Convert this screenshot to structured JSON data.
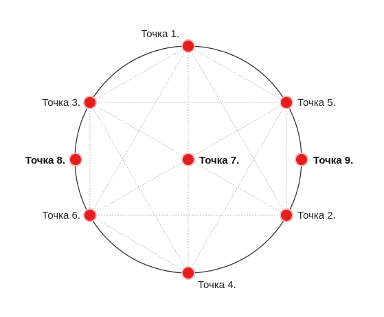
{
  "diagram": {
    "points": [
      {
        "id": "p1",
        "label": "Точка 1.",
        "bold": false
      },
      {
        "id": "p2",
        "label": "Точка 2.",
        "bold": false
      },
      {
        "id": "p3",
        "label": "Точка 3.",
        "bold": false
      },
      {
        "id": "p4",
        "label": "Точка 4.",
        "bold": false
      },
      {
        "id": "p5",
        "label": "Точка 5.",
        "bold": false
      },
      {
        "id": "p6",
        "label": "Точка 6.",
        "bold": false
      },
      {
        "id": "p7",
        "label": "Точка 7.",
        "bold": true
      },
      {
        "id": "p8",
        "label": "Точка 8.",
        "bold": true
      },
      {
        "id": "p9",
        "label": "Точка 9.",
        "bold": true
      }
    ],
    "connections": [
      [
        "p1",
        "p6"
      ],
      [
        "p1",
        "p2"
      ],
      [
        "p1",
        "p3"
      ],
      [
        "p1",
        "p5"
      ],
      [
        "p1",
        "p4"
      ],
      [
        "p3",
        "p5"
      ],
      [
        "p3",
        "p2"
      ],
      [
        "p3",
        "p4"
      ],
      [
        "p6",
        "p5"
      ],
      [
        "p6",
        "p2"
      ],
      [
        "p6",
        "p4"
      ],
      [
        "p5",
        "p4"
      ],
      [
        "p5",
        "p2"
      ],
      [
        "p3",
        "p6"
      ]
    ],
    "colors": {
      "dot": "#e41e1e",
      "dot_outline": "#f3b8b8",
      "circle": "#333333",
      "lines": "#bdbdbd"
    }
  }
}
